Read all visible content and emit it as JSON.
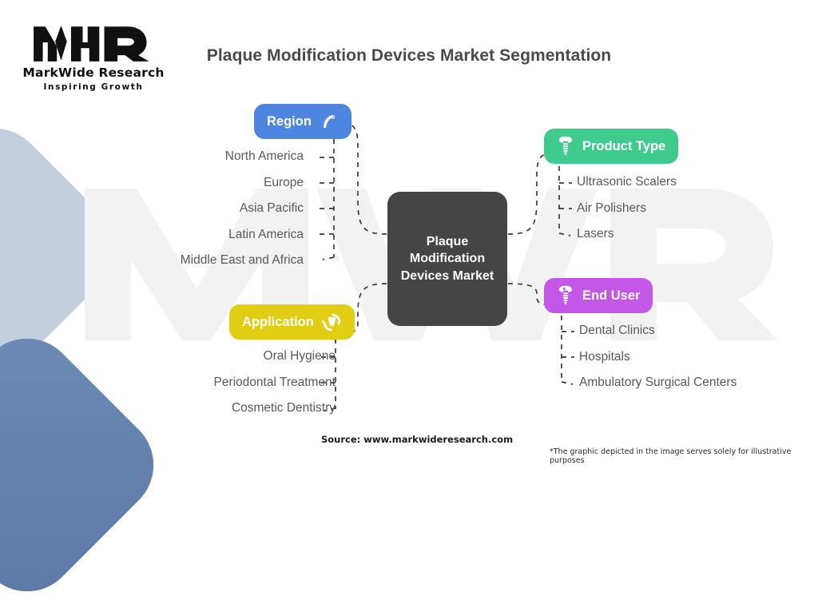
{
  "brand": {
    "logo_mark": "mwr-monogram-icon",
    "name": "MarkWide Research",
    "tagline": "Inspiring Growth",
    "watermark_text": "MWR"
  },
  "title": "Plaque Modification Devices Market Segmentation",
  "center": {
    "label": "Plaque Modification Devices Market",
    "color": "#454545"
  },
  "branches": [
    {
      "id": "region",
      "label": "Region",
      "color": "#4d85e0",
      "icon": "dental-scaler-icon",
      "icon_side": "right",
      "align": "right",
      "items": [
        "North America",
        "Europe",
        "Asia Pacific",
        "Latin America",
        "Middle East and Africa"
      ]
    },
    {
      "id": "product_type",
      "label": "Product Type",
      "color": "#3fca8e",
      "icon": "dental-implant-icon",
      "icon_side": "left",
      "align": "left",
      "items": [
        "Ultrasonic Scalers",
        "Air Polishers",
        "Lasers"
      ]
    },
    {
      "id": "application",
      "label": "Application",
      "color": "#e0cd14",
      "icon": "tooth-cycle-icon",
      "icon_side": "right",
      "align": "right",
      "items": [
        "Oral Hygiene",
        "Periodontal Treatment",
        "Cosmetic Dentistry"
      ]
    },
    {
      "id": "end_user",
      "label": "End User",
      "color": "#c457e8",
      "icon": "dental-implant-icon",
      "icon_side": "left",
      "align": "left",
      "items": [
        "Dental Clinics",
        "Hospitals",
        "Ambulatory Surgical Centers"
      ]
    }
  ],
  "footer": {
    "source": "Source: www.markwideresearch.com",
    "disclaimer": "*The graphic depicted in the image serves solely for illustrative purposes"
  }
}
